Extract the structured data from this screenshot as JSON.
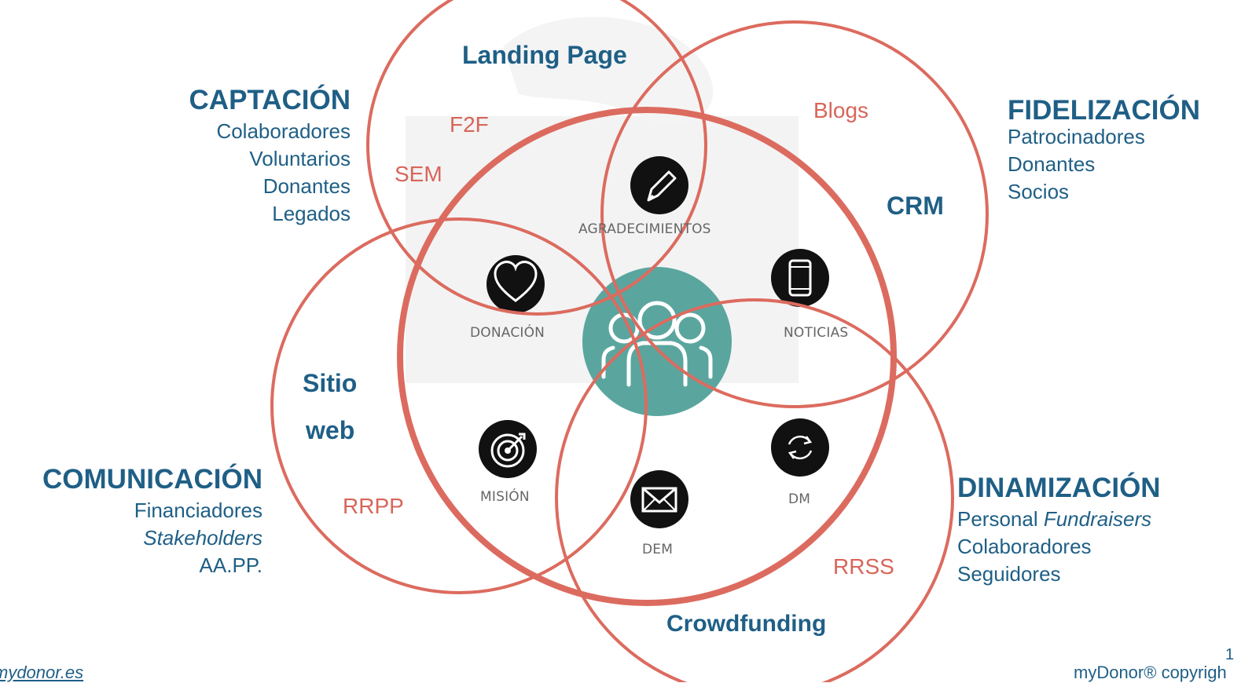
{
  "colors": {
    "circle": "#dc6b5f",
    "heading": "#1f5f86",
    "channel": "#d8655a",
    "center": "#5aa69f",
    "icon_bg": "#111111",
    "icon_label": "#666666",
    "panel": "#f3f3f3"
  },
  "groups": {
    "captacion": {
      "title": "CAPTACIÓN",
      "items": [
        "Colaboradores",
        "Voluntarios",
        "Donantes",
        "Legados"
      ]
    },
    "fidelizacion": {
      "title": "FIDELIZACIÓN",
      "items": [
        "Patrocinadores",
        "Donantes",
        "Socios"
      ]
    },
    "comunicacion": {
      "title": "COMUNICACIÓN",
      "items": [
        "Financiadores",
        "Stakeholders",
        "AA.PP."
      ]
    },
    "dinamizacion": {
      "title": "DINAMIZACIÓN",
      "items_prefix": "Personal ",
      "items_italic": "Fundraisers",
      "items": [
        "Colaboradores",
        "Seguidores"
      ]
    }
  },
  "tools": {
    "landing": "Landing Page",
    "crm": "CRM",
    "sitio": "Sitio",
    "web": "web",
    "crowdfunding": "Crowdfunding"
  },
  "channels": {
    "f2f": "F2F",
    "sem": "SEM",
    "blogs": "Blogs",
    "rrpp": "RRPP",
    "rrss": "RRSS"
  },
  "icons": [
    {
      "label": "AGRADECIMIENTOS",
      "icon": "pen-icon"
    },
    {
      "label": "DONACIÓN",
      "icon": "heart-icon"
    },
    {
      "label": "NOTICIAS",
      "icon": "phone-icon"
    },
    {
      "label": "MISIÓN",
      "icon": "target-icon"
    },
    {
      "label": "DEM",
      "icon": "mail-icon"
    },
    {
      "label": "DM",
      "icon": "refresh-icon"
    }
  ],
  "center_icon": "people-icon",
  "footer": {
    "left": "mydonor.es",
    "right": "myDonor® copyrigh",
    "page": "1"
  }
}
